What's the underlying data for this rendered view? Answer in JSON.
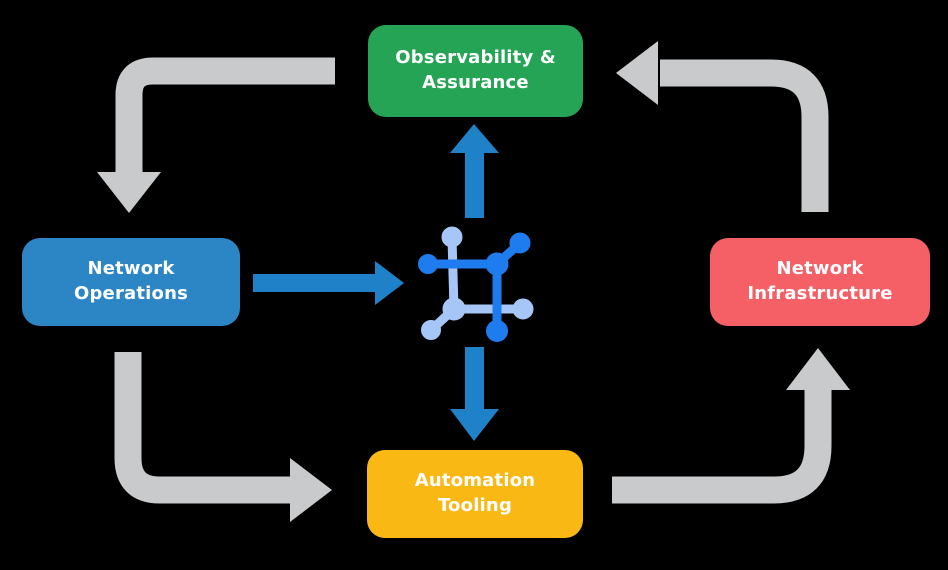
{
  "diagram": {
    "background_color": "#000000",
    "nodes": [
      {
        "id": "observability",
        "label": "Observability & Assurance",
        "color": "#25A455"
      },
      {
        "id": "network-operations",
        "label": "Network Operations",
        "color": "#2C86C5"
      },
      {
        "id": "network-infrastructure",
        "label": "Network Infrastructure",
        "color": "#F55F66"
      },
      {
        "id": "automation-tooling",
        "label": "Automation Tooling",
        "color": "#FAB815"
      }
    ],
    "center_icon": {
      "name": "network-fabric-icon",
      "primary_color": "#1E7CEF",
      "secondary_color": "#A5C6F6"
    },
    "arrow_colors": {
      "gray": "#C9CACB",
      "blue": "#1F81C8",
      "text": "#FFFFFF"
    },
    "edges": [
      {
        "from": "Observability & Assurance",
        "to": "Network Operations",
        "style": "gray-elbow"
      },
      {
        "from": "Network Operations",
        "to": "Automation Tooling",
        "style": "gray-elbow"
      },
      {
        "from": "Automation Tooling",
        "to": "Network Infrastructure",
        "style": "gray-elbow"
      },
      {
        "from": "Network Infrastructure",
        "to": "Observability & Assurance",
        "style": "gray-elbow"
      },
      {
        "from": "Network Operations",
        "to": "center-icon",
        "style": "blue-straight"
      },
      {
        "from": "center-icon",
        "to": "Observability & Assurance",
        "style": "blue-straight"
      },
      {
        "from": "center-icon",
        "to": "Automation Tooling",
        "style": "blue-straight"
      }
    ]
  }
}
